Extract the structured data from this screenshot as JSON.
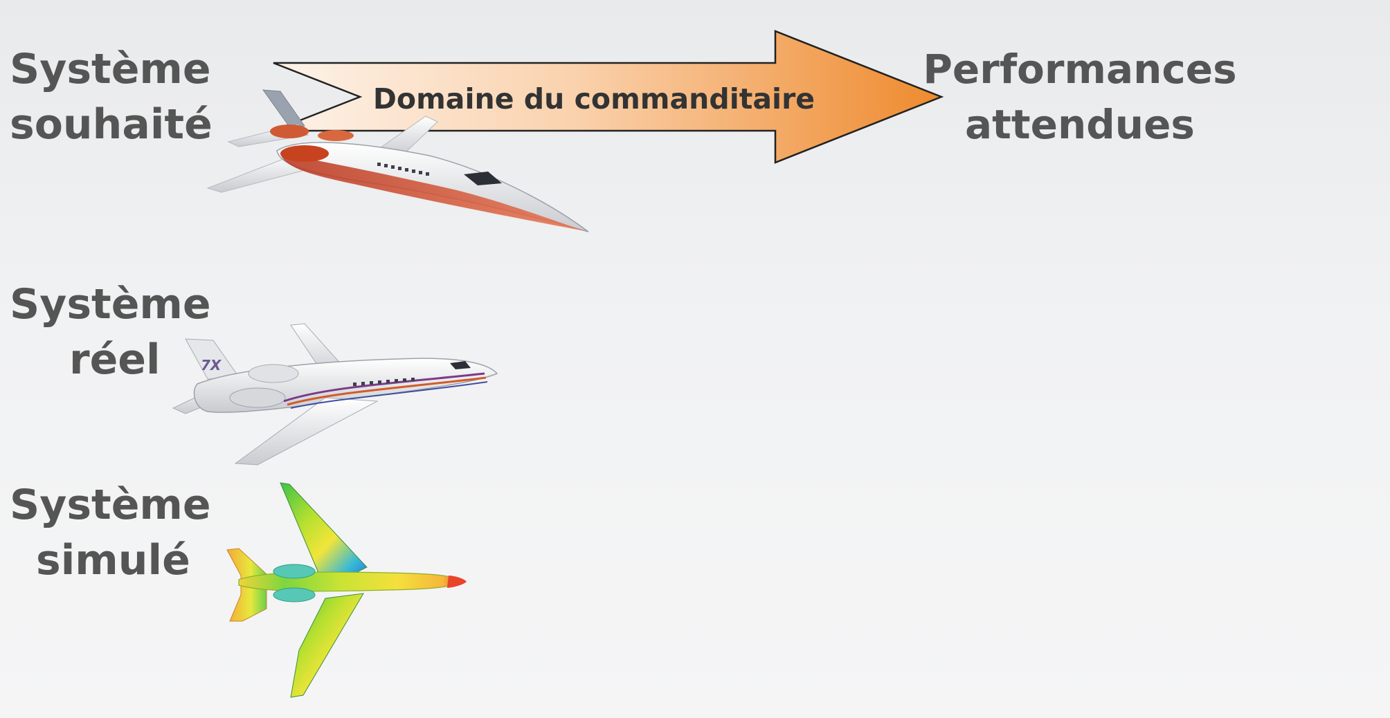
{
  "arrow": {
    "label": "Domaine du commanditaire",
    "gradient_start": "#fdf3ea",
    "gradient_end": "#ee8a2e"
  },
  "labels": {
    "desired": [
      "Système",
      "souhaité"
    ],
    "real": [
      "Système",
      "réel"
    ],
    "simulated": [
      "Système",
      "simulé"
    ],
    "performance": [
      "Performances",
      "attendues"
    ]
  },
  "colors": {
    "label_text": "#555555",
    "background": "#efeff0"
  },
  "images": {
    "desired_aircraft": "supersonic-business-jet",
    "real_aircraft": "falcon-7x-business-jet",
    "simulated_aircraft": "cfd-pressure-map-aircraft"
  }
}
